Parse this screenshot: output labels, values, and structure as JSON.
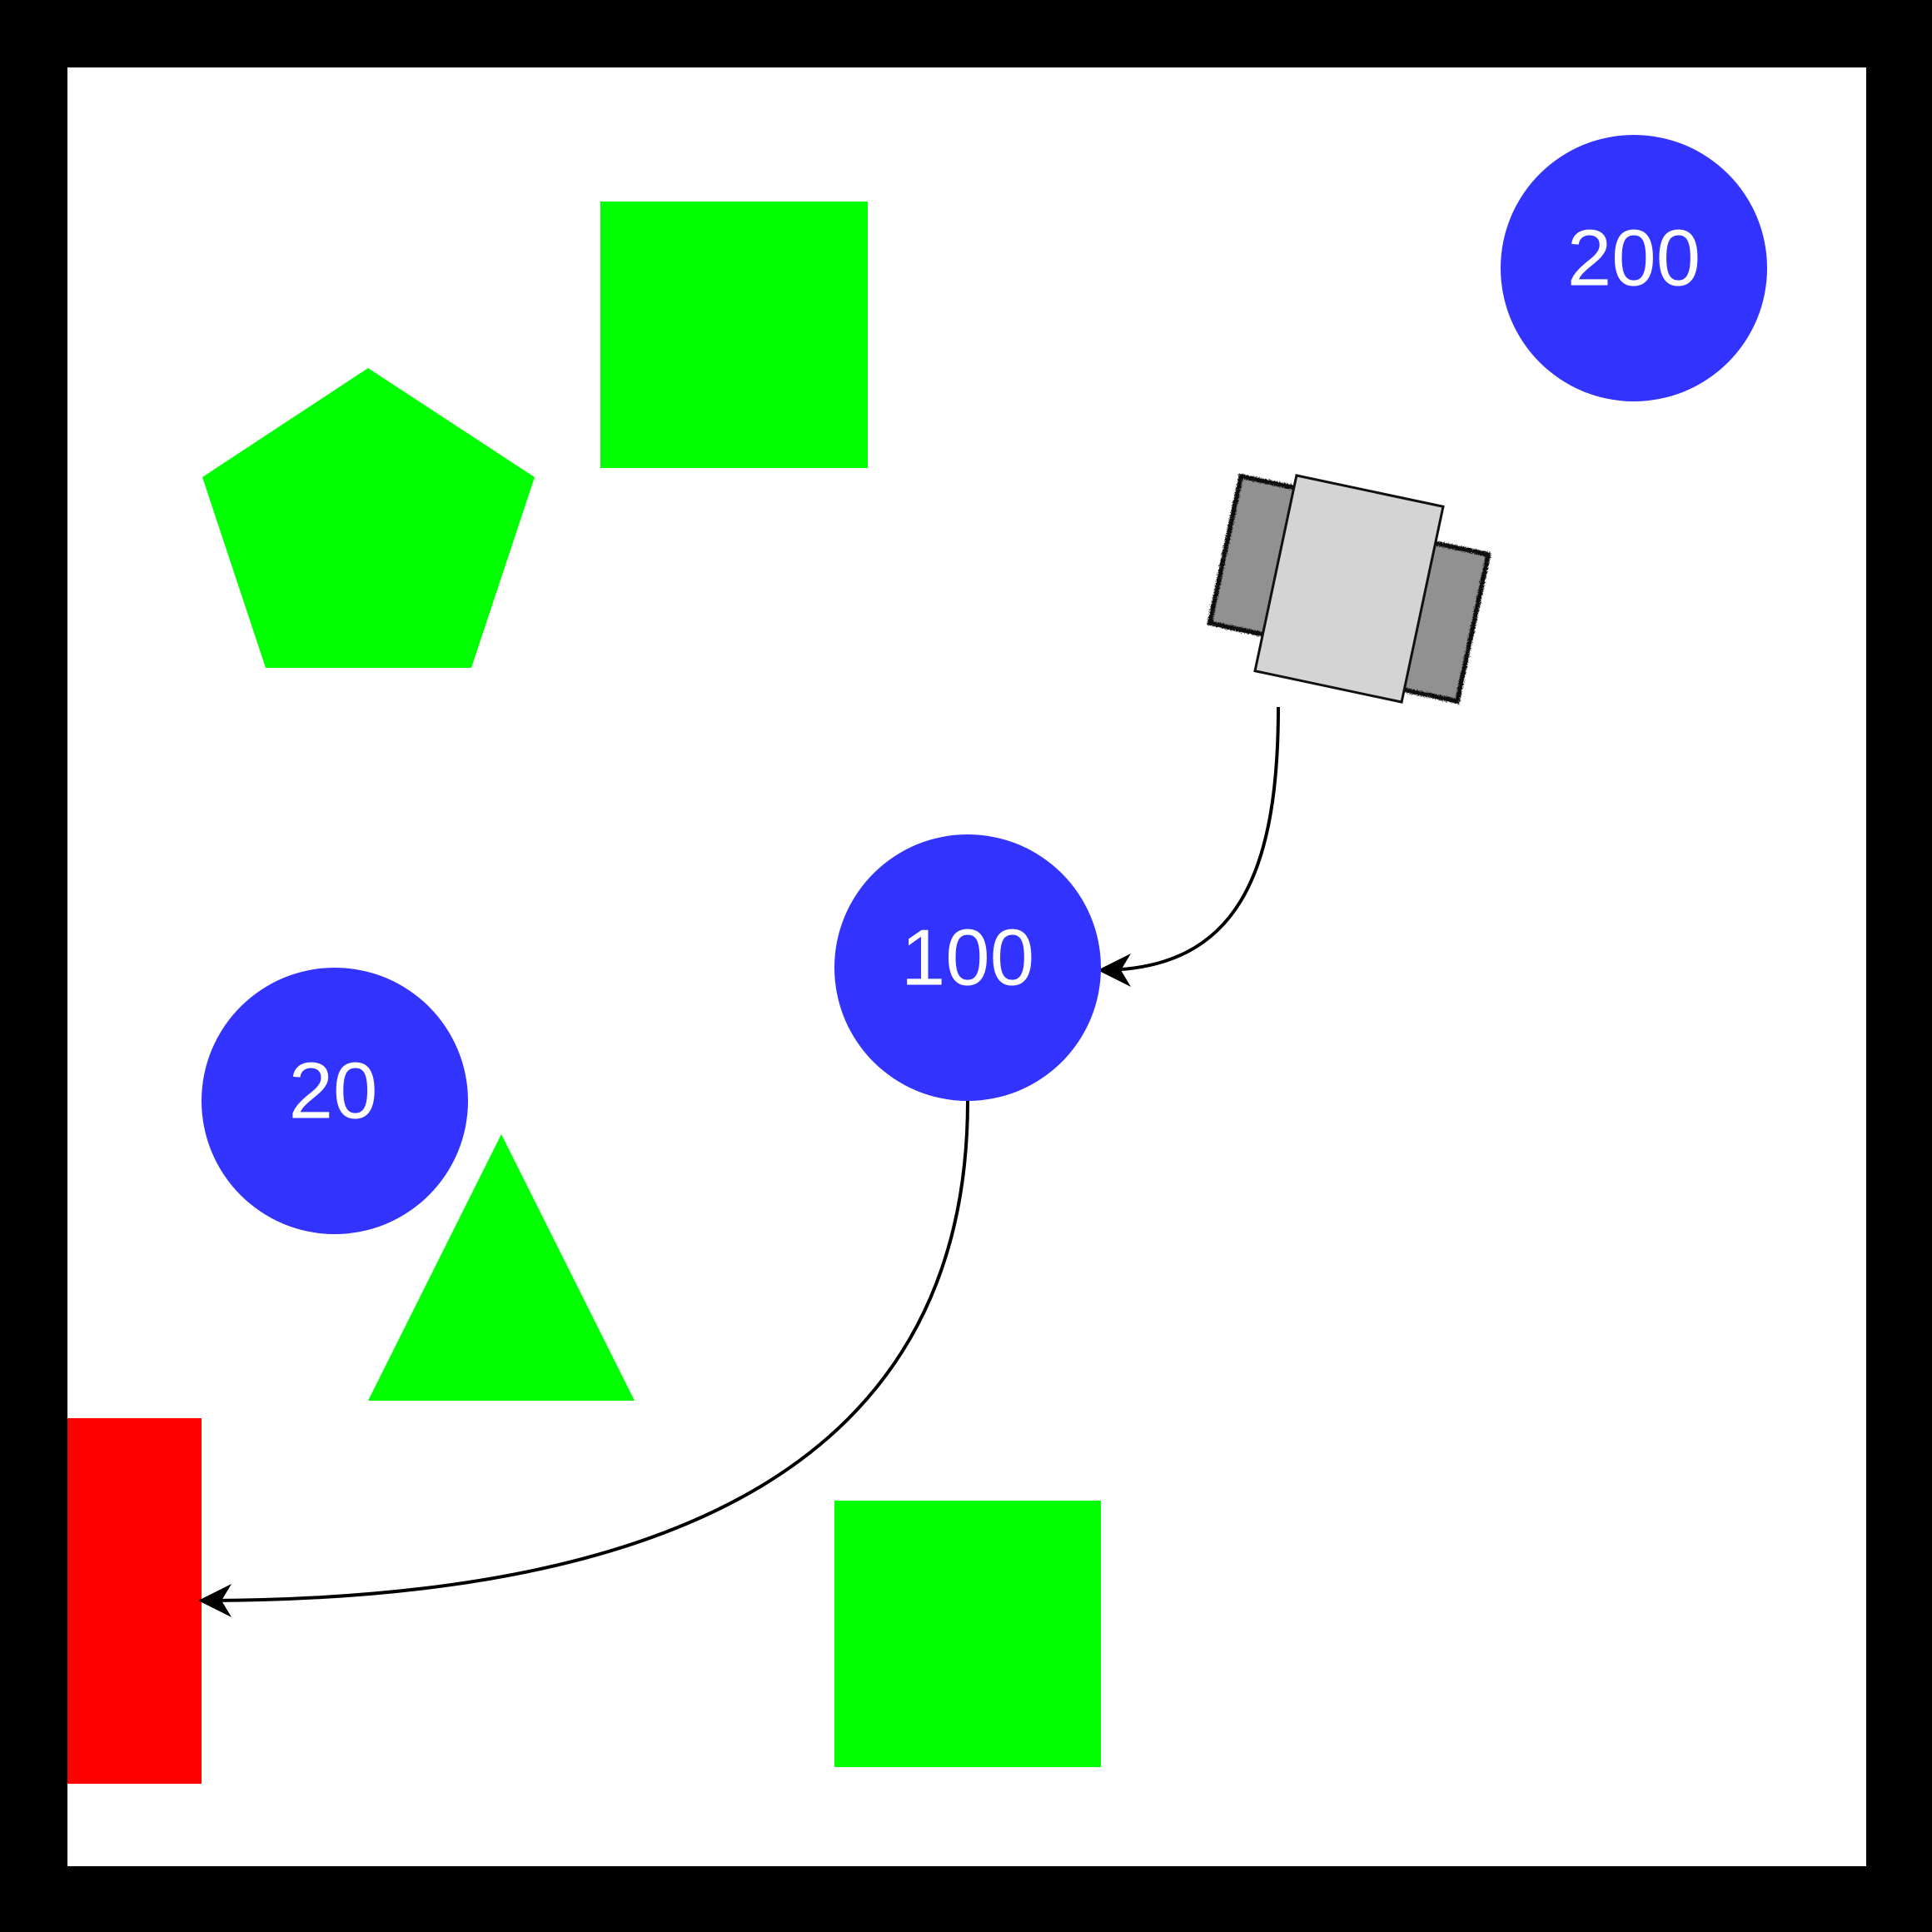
{
  "scene": {
    "border_color": "#000000",
    "floor_color": "#ffffff",
    "obstacle_color": "#00ff00",
    "target_color": "#3333ff",
    "goal_color": "#ff0000",
    "path_color": "#000000",
    "robot": {
      "icon": "robot-car-icon",
      "body_color": "#d4d4d4",
      "wheel_color": "#919191"
    },
    "targets": [
      {
        "label": "200"
      },
      {
        "label": "100"
      },
      {
        "label": "20"
      }
    ],
    "obstacles": [
      {
        "shape": "square"
      },
      {
        "shape": "pentagon"
      },
      {
        "shape": "triangle"
      },
      {
        "shape": "square"
      }
    ],
    "goal": {
      "shape": "rectangle"
    },
    "paths": [
      {
        "from": "robot",
        "to": "target-100"
      },
      {
        "from": "target-100",
        "to": "goal"
      }
    ]
  }
}
